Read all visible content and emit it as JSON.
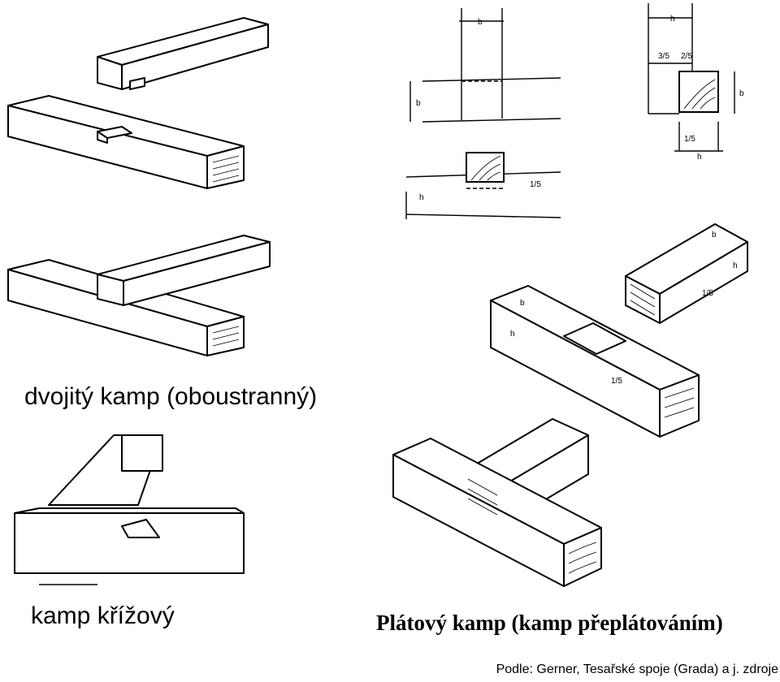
{
  "captions": {
    "double_lap": "dvojitý kamp (oboustranný)",
    "cross_lap": "kamp křížový",
    "half_lap": "Plátový kamp (kamp přeplátováním)",
    "source": "Podle: Gerner, Tesařské spoje (Grada) a j. zdroje"
  },
  "dimension_labels": {
    "b": "b",
    "h": "h",
    "third_fifth": "3/5",
    "two_fifth": "2/5",
    "one_fifth": "1/5"
  }
}
